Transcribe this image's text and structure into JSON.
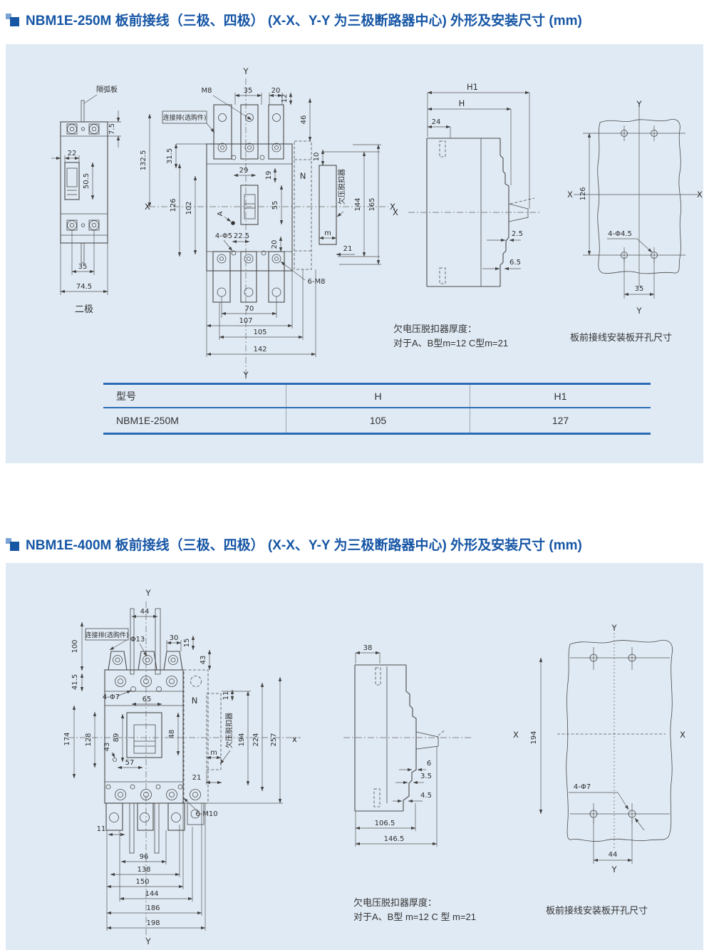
{
  "page": {
    "bg": "#ffffff",
    "panel_bg": "#e0eaf4",
    "accent": "#1656a5"
  },
  "s1": {
    "title": "NBM1E-250M 板前接线（三极、四极） (X-X、Y-Y 为三极断路器中心) 外形及安装尺寸 (mm)",
    "pole2": {
      "arc_plate": "隔弧板",
      "d75": "7.5",
      "d22": "22",
      "d505": "50.5",
      "d35": "35",
      "d745": "74.5",
      "caption": "二极"
    },
    "front": {
      "y_top": "Y",
      "m8": "M8",
      "d35": "35",
      "d20": "20",
      "d12": "12",
      "d46": "46",
      "d10": "10",
      "connector": "连接排(选购件)",
      "d1325": "132.5",
      "d315": "31.5",
      "d29": "29",
      "d19": "19",
      "n": "N",
      "d126": "126",
      "d102": "102",
      "a": "A",
      "d55": "55",
      "dphi5": "4-Φ5",
      "d225": "22.5",
      "d20b": "20",
      "uv": "欠压脱扣器",
      "m": "m",
      "d144": "144",
      "d165": "165",
      "x_l": "X",
      "x_r": "X",
      "d21": "21",
      "m8x6": "6-M8",
      "d70": "70",
      "d107": "107",
      "d105": "105",
      "d142": "142",
      "y_bot": "Y"
    },
    "side": {
      "h1": "H1",
      "h": "H",
      "d24": "24",
      "x": "X",
      "d25": "2.5",
      "d65": "6.5"
    },
    "holes": {
      "y_top": "Y",
      "x_l": "X",
      "x_r": "X",
      "d126": "126",
      "dphi": "4-Φ4.5",
      "d35": "35",
      "y_bot": "Y"
    },
    "note_l1": "欠电压脱扣器厚度：",
    "note_l2": "对于A、B型m=12  C型m=21",
    "note_r": "板前接线安装板开孔尺寸",
    "table": {
      "c1": "型号",
      "c2": "H",
      "c3": "H1",
      "r1": "NBM1E-250M",
      "r2": "105",
      "r3": "127"
    }
  },
  "s2": {
    "title": "NBM1E-400M 板前接线（三极、四极） (X-X、Y-Y 为三极断路器中心) 外形及安装尺寸 (mm)",
    "front": {
      "y_top": "Y",
      "d44": "44",
      "connector": "连接排(选购件)",
      "phi13": "Φ13",
      "d30": "30",
      "d15": "15",
      "d100": "100",
      "d43a": "43",
      "d415": "41.5",
      "dphi7": "4-Φ7",
      "d65": "65",
      "n": "N",
      "d11r": "11",
      "d174": "174",
      "d128": "128",
      "d89": "89",
      "d43b": "43",
      "d48": "48",
      "d57": "57",
      "uv": "欠压脱扣器",
      "m": "m",
      "d194": "194",
      "d224": "224",
      "d257": "257",
      "x": "x",
      "d21": "21",
      "m10": "6-M10",
      "d11": "11",
      "d96": "96",
      "d138": "138",
      "d150": "150",
      "d144": "144",
      "d186": "186",
      "d198": "198",
      "y_bot": "Y"
    },
    "side": {
      "d38": "38",
      "d6": "6",
      "d35": "3.5",
      "d45": "4.5",
      "d1065": "106.5",
      "d1465": "146.5"
    },
    "holes": {
      "y_top": "Y",
      "x_l": "X",
      "x_r": "X",
      "d194": "194",
      "dphi": "4-Φ7",
      "d44": "44",
      "y_bot": "Y"
    },
    "note_l1": "欠电压脱扣器厚度：",
    "note_l2": "对于A、B型 m=12  C 型 m=21",
    "note_r": "板前接线安装板开孔尺寸"
  }
}
